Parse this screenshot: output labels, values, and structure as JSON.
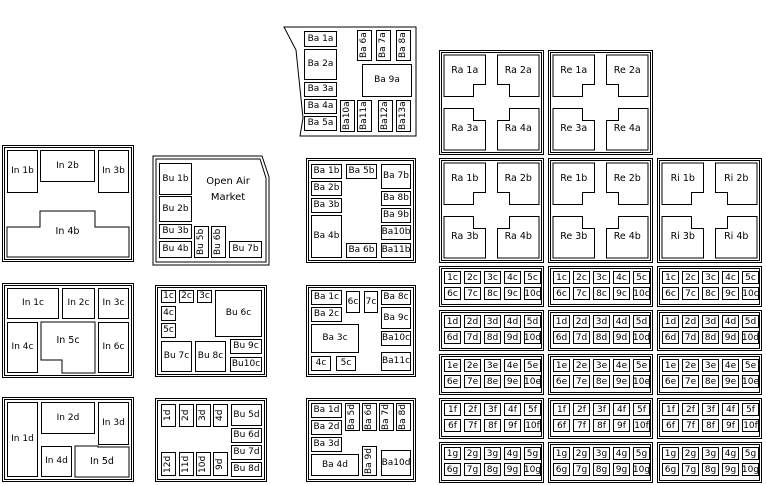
{
  "title": "",
  "units": {
    "in1b": "In 1b",
    "in2b": "In 2b",
    "in3b": "In 3b",
    "in4b": "In 4b",
    "in1c": "In 1c",
    "in2c": "In 2c",
    "in3c": "In 3c",
    "in4c": "In 4c",
    "in5c": "In 5c",
    "in6c": "In 6c",
    "in1d": "In 1d",
    "in2d": "In 2d",
    "in3d": "In 3d",
    "in4d": "In 4d",
    "in5d": "In 5d",
    "bu1b": "Bu 1b",
    "bu2b": "Bu 2b",
    "bu3b": "Bu 3b",
    "bu4b": "Bu 4b",
    "bu5b": "Bu 5b",
    "bu6b": "Bu 6b",
    "bu7b": "Bu 7b",
    "market1": "Open Air",
    "market2": "Market",
    "c1c": "1c",
    "c2c": "2c",
    "c3c": "3c",
    "c4c": "4c",
    "c5c": "5c",
    "bu6c": "Bu 6c",
    "bu7c": "Bu 7c",
    "bu8c": "Bu 8c",
    "bu9c": "Bu 9c",
    "bu10c": "Bu10c",
    "d1": "1d",
    "d2": "2d",
    "d3": "3d",
    "d4": "4d",
    "d9": "9d",
    "d10": "10d",
    "d11": "11d",
    "d12": "12d",
    "bu5d": "Bu 5d",
    "bu6d": "Bu 6d",
    "bu7d": "Bu 7d",
    "bu8d": "Bu 8d",
    "ba1a": "Ba 1a",
    "ba2a": "Ba 2a",
    "ba3a": "Ba 3a",
    "ba4a": "Ba 4a",
    "ba5a": "Ba 5a",
    "ba6a": "Ba 6a",
    "ba7a": "Ba 7a",
    "ba8a": "Ba 8a",
    "ba9a": "Ba 9a",
    "ba10a": "Ba10a",
    "ba11a": "Ba11a",
    "ba12a": "Ba12a",
    "ba13a": "Ba13a",
    "ba1b": "Ba 1b",
    "ba2b": "Ba 2b",
    "ba3b": "Ba 3b",
    "ba4b": "Ba 4b",
    "ba5b": "Ba 5b",
    "ba6b": "Ba 6b",
    "ba7b": "Ba 7b",
    "ba8b": "Ba 8b",
    "ba9b": "Ba 9b",
    "ba10b": "Ba10b",
    "ba11b": "Ba11b",
    "ba1c": "Ba 1c",
    "ba2c": "Ba 2c",
    "ba3c": "Ba 3c",
    "ba4c": "4c",
    "ba5c": "5c",
    "ba6c": "6c",
    "ba7c": "7c",
    "ba8c": "Ba 8c",
    "ba9c": "Ba 9c",
    "ba10c": "Ba10c",
    "ba11c": "Ba11c",
    "ba1d": "Ba 1d",
    "ba2d": "Ba 2d",
    "ba3d": "Ba 3d",
    "ba4d": "Ba 4d",
    "ba5d": "Ba 5d",
    "ba6d": "Ba 6d",
    "ba7d": "Ba 7d",
    "ba8d": "Ba 8d",
    "ba9d": "Ba 9d",
    "ba10d": "Ba10d"
  },
  "cross_blocks": [
    {
      "labels": [
        "Ra 1a",
        "Ra 2a",
        "Ra 3a",
        "Ra 4a"
      ]
    },
    {
      "labels": [
        "Re 1a",
        "Re 2a",
        "Re 3a",
        "Re 4a"
      ]
    },
    {
      "labels": [
        "Ra 1b",
        "Ra 2b",
        "Ra 3b",
        "Ra 4b"
      ]
    },
    {
      "labels": [
        "Re 1b",
        "Re 2b",
        "Re 3b",
        "Re 4b"
      ]
    },
    {
      "labels": [
        "Ri 1b",
        "Ri 2b",
        "Ri 3b",
        "Ri 4b"
      ]
    }
  ],
  "grid_rows": [
    {
      "top": [
        "1c",
        "2c",
        "3c",
        "4c",
        "5c"
      ],
      "bottom": [
        "6c",
        "7c",
        "8c",
        "9c",
        "10c"
      ]
    },
    {
      "top": [
        "1d",
        "2d",
        "3d",
        "4d",
        "5d"
      ],
      "bottom": [
        "6d",
        "7d",
        "8d",
        "9d",
        "10d"
      ]
    },
    {
      "top": [
        "1e",
        "2e",
        "3e",
        "4e",
        "5e"
      ],
      "bottom": [
        "6e",
        "7e",
        "8e",
        "9e",
        "10e"
      ]
    },
    {
      "top": [
        "1f",
        "2f",
        "3f",
        "4f",
        "5f"
      ],
      "bottom": [
        "6f",
        "7f",
        "8f",
        "9f",
        "10f"
      ]
    },
    {
      "top": [
        "1g",
        "2g",
        "3g",
        "4g",
        "5g"
      ],
      "bottom": [
        "6g",
        "7g",
        "8g",
        "9g",
        "10g"
      ]
    }
  ]
}
